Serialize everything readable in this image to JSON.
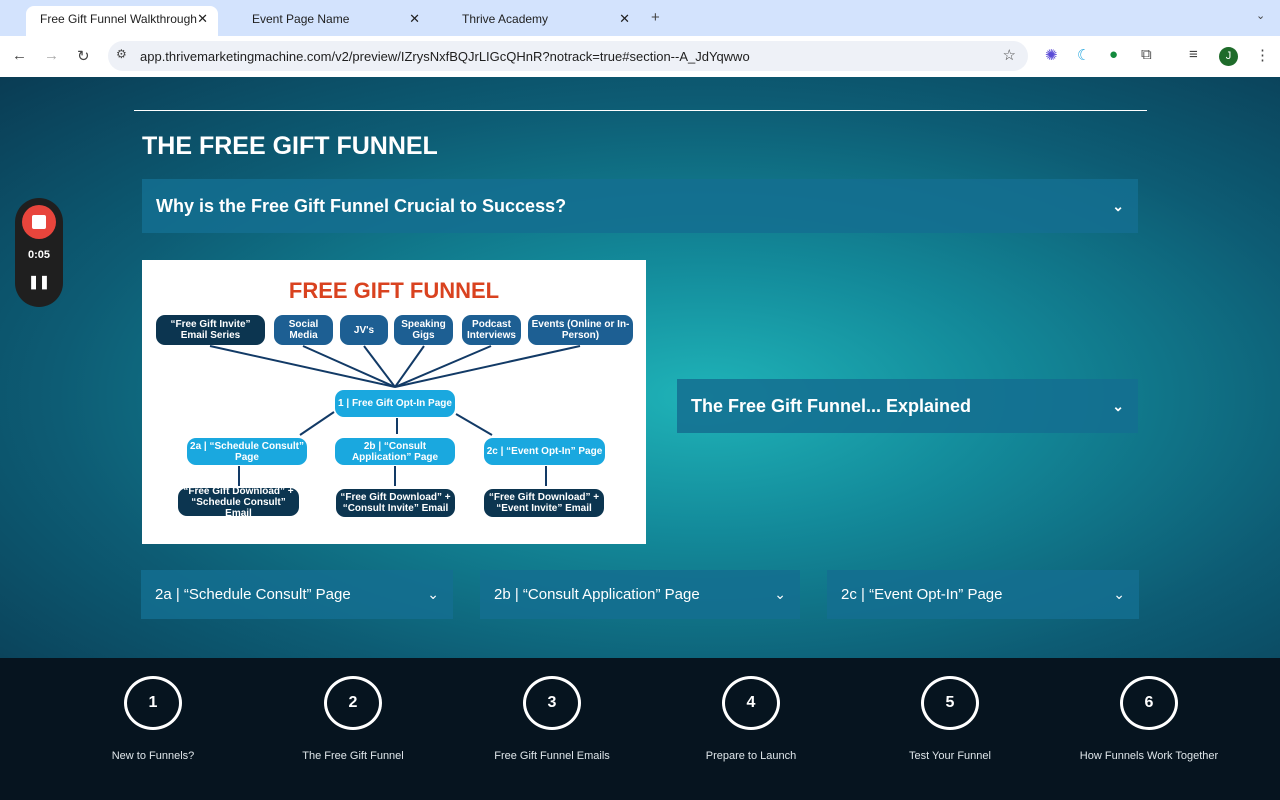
{
  "browser": {
    "tabs": [
      {
        "title": "Free Gift Funnel Walkthrough"
      },
      {
        "title": "Event Page Name"
      },
      {
        "title": "Thrive Academy"
      }
    ],
    "url": "app.thrivemarketingmachine.com/v2/preview/IZrysNxfBQJrLIGcQHnR?notrack=true#section--A_JdYqwwo",
    "profile_initial": "J"
  },
  "recorder": {
    "time": "0:05"
  },
  "page": {
    "title": "THE FREE GIFT FUNNEL",
    "accordions": {
      "why": "Why is the Free Gift Funnel Crucial to Success?",
      "explained": "The Free Gift Funnel... Explained",
      "a2": "2a | “Schedule Consult” Page",
      "b2": "2b | “Consult Application” Page",
      "c2": "2c | “Event Opt-In” Page"
    },
    "diagram": {
      "title": "FREE GIFT FUNNEL",
      "sources": [
        "“Free Gift Invite” Email Series",
        "Social Media",
        "JV's",
        "Speaking Gigs",
        "Podcast Interviews",
        "Events (Online or In-Person)"
      ],
      "optin": "1 | Free Gift Opt-In Page",
      "pages": [
        "2a | “Schedule Consult” Page",
        "2b | “Consult Application” Page",
        "2c | “Event Opt-In” Page"
      ],
      "emails": [
        "“Free Gift Download” + “Schedule Consult” Email",
        "“Free Gift Download” + “Consult Invite” Email",
        "“Free Gift Download” + “Event Invite” Email"
      ]
    }
  },
  "steps": [
    {
      "n": "1",
      "label": "New to Funnels?"
    },
    {
      "n": "2",
      "label": "The Free Gift Funnel"
    },
    {
      "n": "3",
      "label": "Free Gift Funnel Emails"
    },
    {
      "n": "4",
      "label": "Prepare to Launch"
    },
    {
      "n": "5",
      "label": "Test Your Funnel"
    },
    {
      "n": "6",
      "label": "How Funnels Work Together"
    }
  ]
}
